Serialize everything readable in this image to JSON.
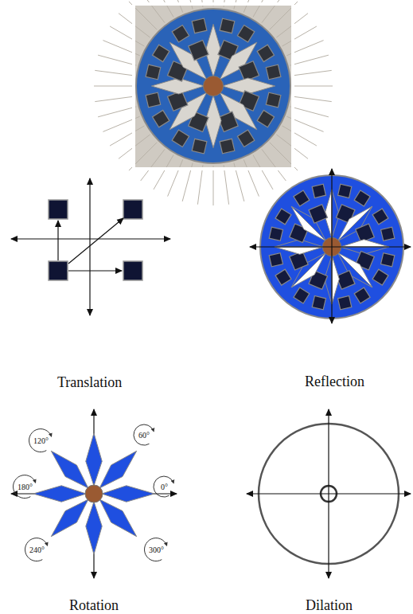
{
  "diagram": {
    "labels": [
      "Translation",
      "Reflection",
      "120°",
      "60°",
      "180°",
      "0°",
      "240°",
      "300°",
      "Rotation",
      "Dilation"
    ]
  }
}
